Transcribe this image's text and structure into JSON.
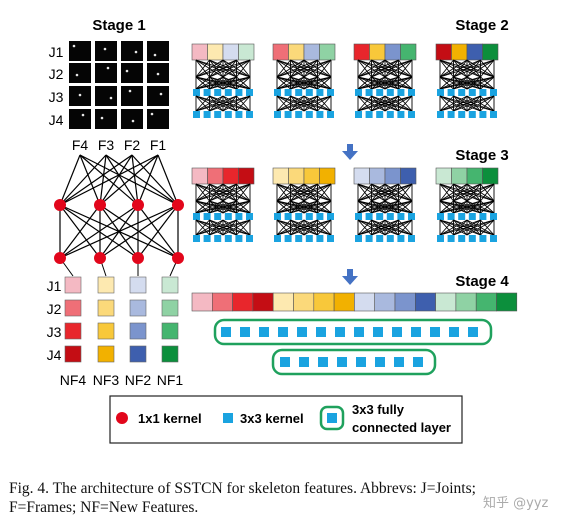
{
  "labels": {
    "stage1": "Stage 1",
    "stage2": "Stage 2",
    "stage3": "Stage 3",
    "stage4": "Stage 4",
    "joints": [
      "J1",
      "J2",
      "J3",
      "J4"
    ],
    "frames": [
      "F4",
      "F3",
      "F2",
      "F1"
    ],
    "new_features": [
      "NF4",
      "NF3",
      "NF2",
      "NF1"
    ]
  },
  "legend": {
    "kernel_1x1": "1x1 kernel",
    "kernel_3x3": "3x3 kernel",
    "fc_line1": "3x3 fully",
    "fc_line2": "connected layer"
  },
  "caption": {
    "line1": "Fig. 4.  The architecture of SSTCN for skeleton features. Abbrevs: J=Joints;",
    "line2": "F=Frames; NF=New Features."
  },
  "watermark": "知乎 @yyz",
  "colors": {
    "red": [
      "#f4b9c3",
      "#ef6f77",
      "#e8262c",
      "#c40d14"
    ],
    "yellow": [
      "#fde9b0",
      "#fbd97a",
      "#f8c83a",
      "#f2b100"
    ],
    "blue": [
      "#d4dcef",
      "#a9b9de",
      "#7b94cd",
      "#3e5fae"
    ],
    "green": [
      "#c9e8d3",
      "#8fd2a4",
      "#45b56f",
      "#0c8f3c"
    ],
    "kernel_square": "#1aa3e0",
    "node_red": "#e2061b",
    "fc_border": "#1fa15d",
    "stage_arrow": "#4472c4"
  }
}
